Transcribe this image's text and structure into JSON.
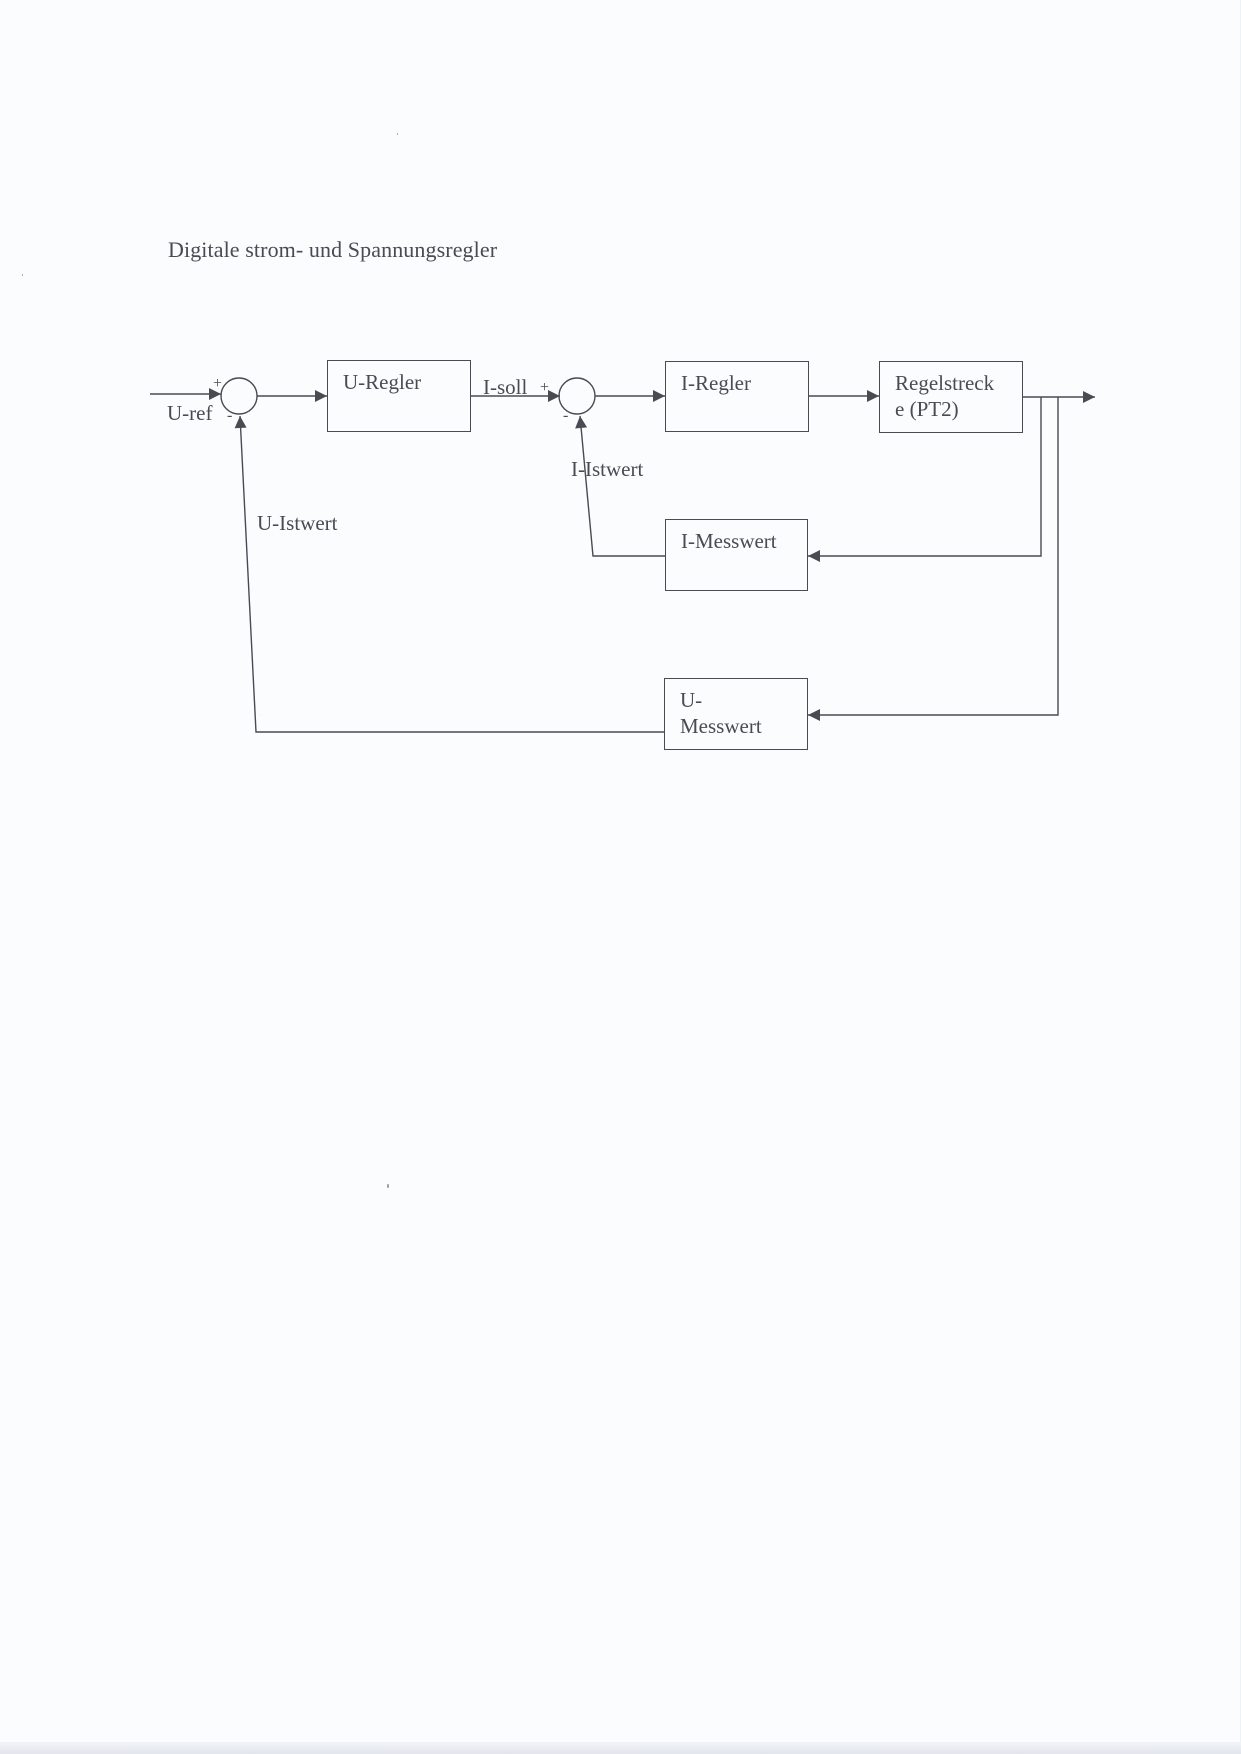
{
  "title": "Digitale strom- und Spannungsregler",
  "blocks": {
    "u_regler": "U-Regler",
    "i_regler": "I-Regler",
    "regelstrecke_line1": "Regelstreck",
    "regelstrecke_line2": "e (PT2)",
    "i_messwert": "I-Messwert",
    "u_messwert_line1": "U-",
    "u_messwert_line2": "Messwert"
  },
  "signals": {
    "u_ref": "U-ref",
    "i_soll": "I-soll",
    "i_istwert": "I-Istwert",
    "u_istwert": "U-Istwert"
  },
  "signs": {
    "sum1_plus": "+",
    "sum1_minus": "-",
    "sum2_plus": "+",
    "sum2_minus": "-"
  },
  "colors": {
    "line": "#4a4a52",
    "paper": "#fbfcfe"
  }
}
